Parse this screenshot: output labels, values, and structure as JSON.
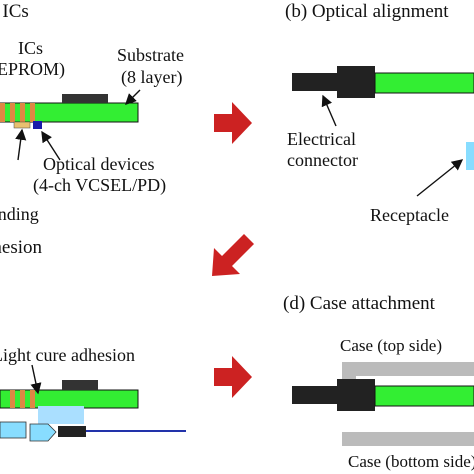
{
  "panels": {
    "a": {
      "title": "(a) Optical devices and ICs"
    },
    "b": {
      "title": "(b) Optical alignment"
    },
    "c": {
      "title": "(c) Fixation with light cure adhesion"
    },
    "d": {
      "title": "(d) Case attachment"
    }
  },
  "labels": {
    "ics_line1": "ICs",
    "ics_line2": "(EEPROM)",
    "substrate_line1": "Substrate",
    "substrate_line2": "(8 layer)",
    "optical_line1": "Optical devices",
    "optical_line2": "(4-ch VCSEL/PD)",
    "bonding_label": "Wire bonding",
    "electrical_line1": "Electrical",
    "electrical_line2": "connector",
    "receptacle": "Receptacle",
    "adhesion": "Light cure adhesion",
    "case_top": "Case (top side)",
    "case_bottom": "Case (bottom side)"
  },
  "colors": {
    "substrate": "#33ee33",
    "connector": "#222222",
    "ic": "#333333",
    "arrow": "#cc2222",
    "vcsel": "#1a1aaa",
    "receptacle": "#88ddff",
    "adhesive": "#aadfff",
    "case": "#bbbbbb",
    "fiber": "#2233aa",
    "pad": "#dd8844",
    "wire": "#e8c070"
  }
}
